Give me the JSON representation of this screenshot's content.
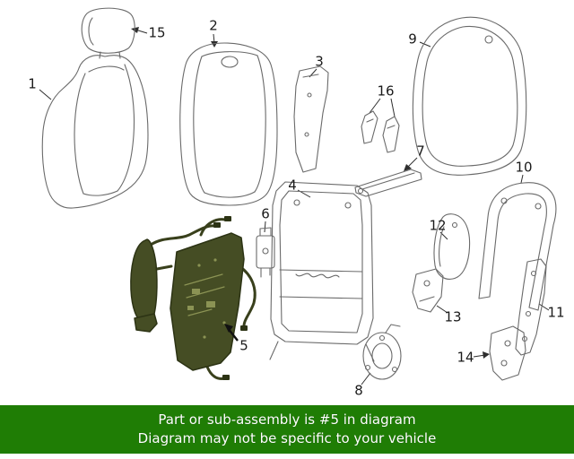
{
  "banner": {
    "line1": "Part or sub-assembly is #5 in diagram",
    "line2": "Diagram may not be specific to your vehicle"
  },
  "colors": {
    "banner_bg": "#1f7d05",
    "banner_text": "#ffffff",
    "sketch_line": "#6a6a6a",
    "highlight_fill": "#454d24",
    "highlight_stroke": "#2c3314",
    "callout_text": "#1a1a1a"
  },
  "diagram": {
    "highlighted_part": "5"
  },
  "callouts": [
    {
      "num": "1"
    },
    {
      "num": "15"
    },
    {
      "num": "2"
    },
    {
      "num": "3"
    },
    {
      "num": "9"
    },
    {
      "num": "16"
    },
    {
      "num": "7"
    },
    {
      "num": "10"
    },
    {
      "num": "4"
    },
    {
      "num": "6"
    },
    {
      "num": "12"
    },
    {
      "num": "13"
    },
    {
      "num": "11"
    },
    {
      "num": "5"
    },
    {
      "num": "8"
    },
    {
      "num": "14"
    }
  ]
}
